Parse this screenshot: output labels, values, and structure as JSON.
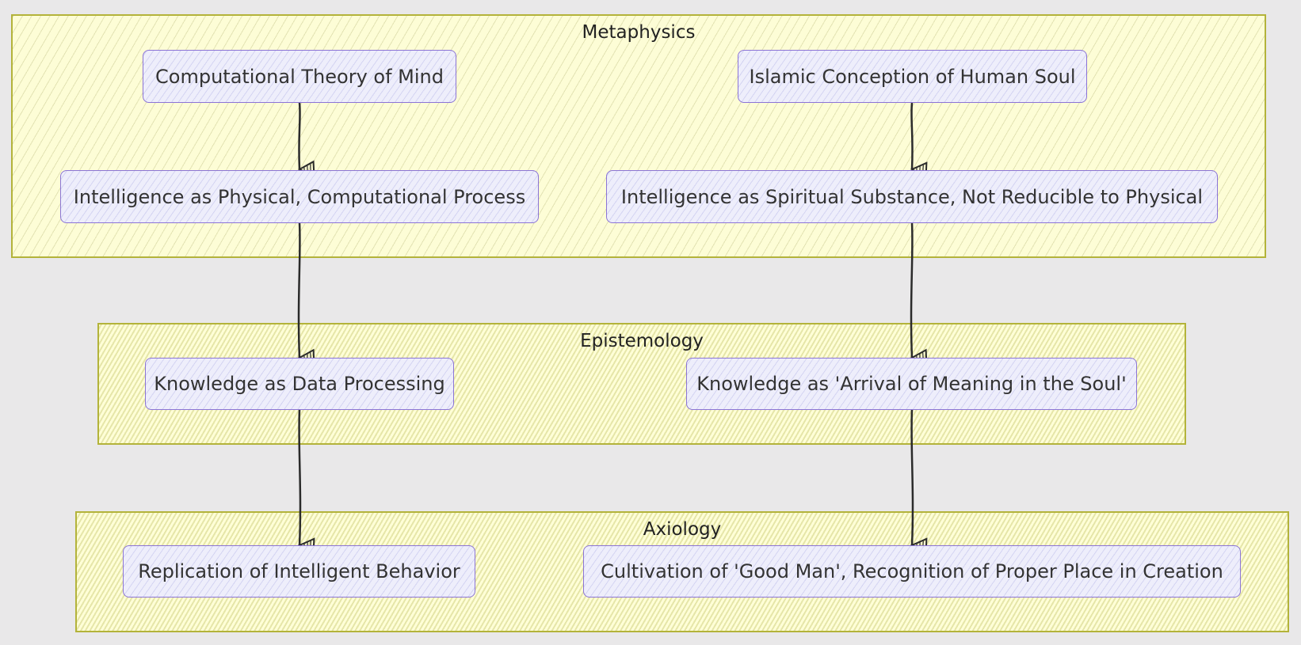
{
  "groups": {
    "metaphysics": {
      "title": "Metaphysics"
    },
    "epistemology": {
      "title": "Epistemology"
    },
    "axiology": {
      "title": "Axiology"
    }
  },
  "nodes": {
    "computational_theory": "Computational Theory of Mind",
    "islamic_soul": "Islamic Conception of Human Soul",
    "intelligence_physical": "Intelligence as Physical, Computational Process",
    "intelligence_spiritual": "Intelligence as Spiritual Substance, Not Reducible to Physical",
    "knowledge_data": "Knowledge as Data Processing",
    "knowledge_meaning": "Knowledge as 'Arrival of Meaning in the Soul'",
    "replication": "Replication of Intelligent Behavior",
    "cultivation": "Cultivation of 'Good Man', Recognition of Proper Place in Creation"
  },
  "colors": {
    "node_border": "#8b74d6",
    "node_fill": "#eeeefb",
    "group_border": "#b3b33a",
    "group_fill": "#fdfdd6",
    "edge": "#2b2b2b",
    "background": "#e9e8e9"
  }
}
